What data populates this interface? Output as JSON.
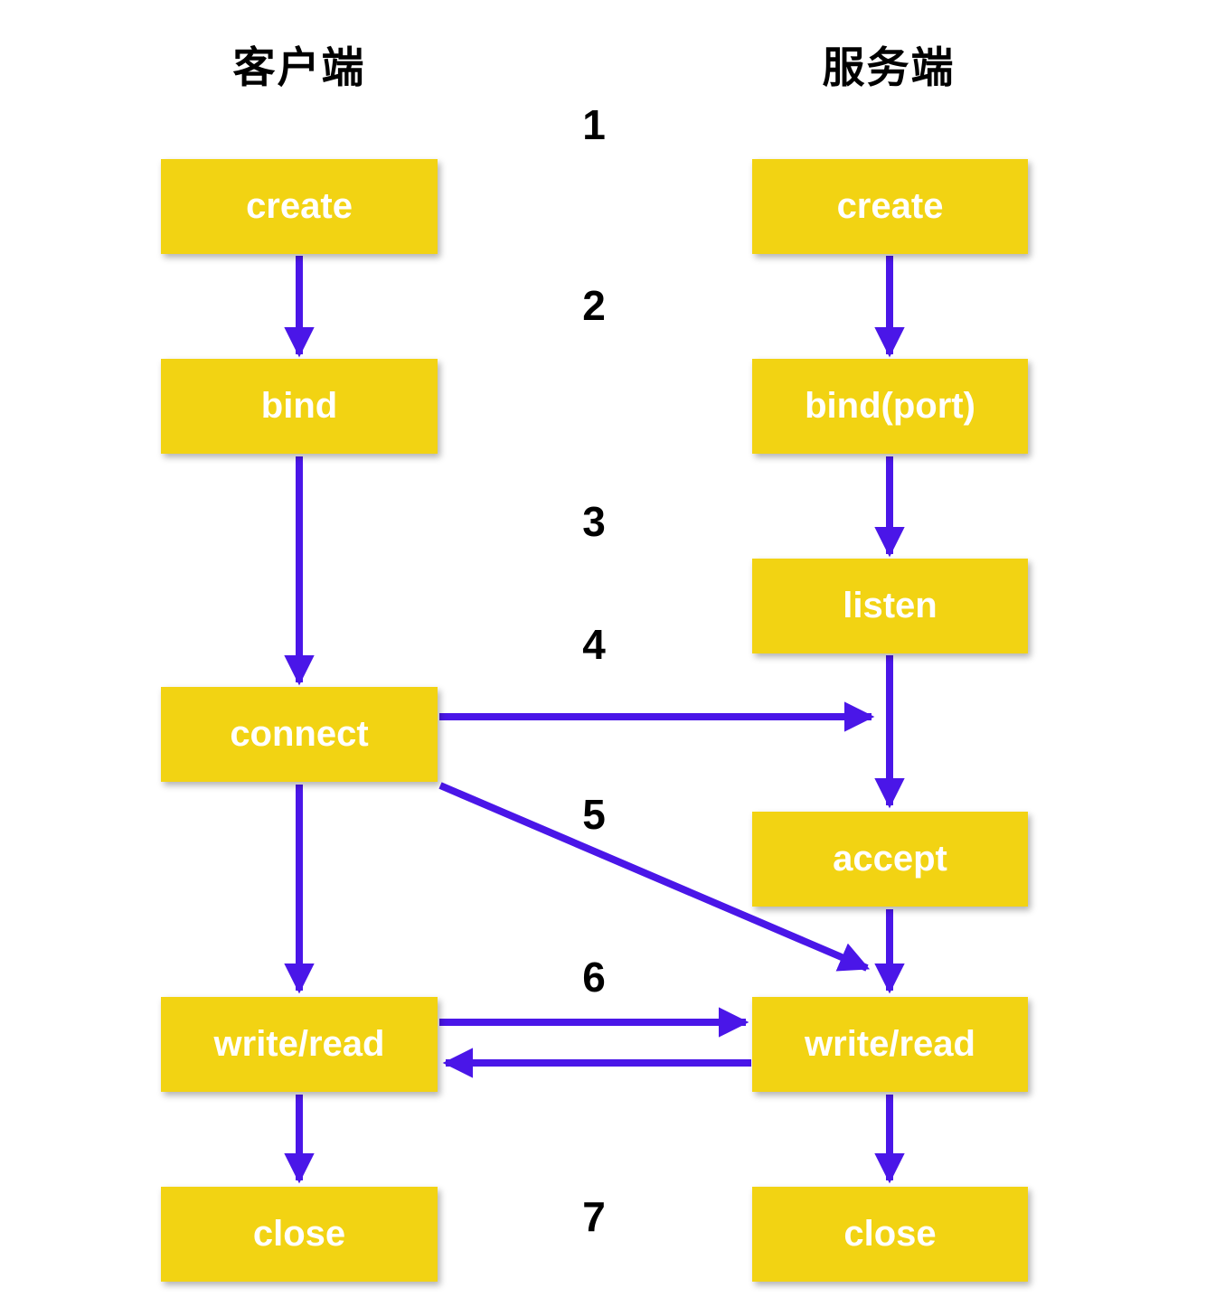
{
  "columns": {
    "client": {
      "title": "客户端"
    },
    "server": {
      "title": "服务端"
    }
  },
  "client_boxes": {
    "create": {
      "label": "create"
    },
    "bind": {
      "label": "bind"
    },
    "connect": {
      "label": "connect"
    },
    "write_read": {
      "label": "write/read"
    },
    "close": {
      "label": "close"
    }
  },
  "server_boxes": {
    "create": {
      "label": "create"
    },
    "bind_port": {
      "label": "bind(port)"
    },
    "listen": {
      "label": "listen"
    },
    "accept": {
      "label": "accept"
    },
    "write_read": {
      "label": "write/read"
    },
    "close": {
      "label": "close"
    }
  },
  "steps": {
    "s1": "1",
    "s2": "2",
    "s3": "3",
    "s4": "4",
    "s5": "5",
    "s6": "6",
    "s7": "7"
  },
  "colors": {
    "box_fill": "#F2D313",
    "box_text": "#FFFFFF",
    "arrow": "#4A16E8",
    "label_text": "#000000",
    "page_bg": "#FFFFFF"
  }
}
